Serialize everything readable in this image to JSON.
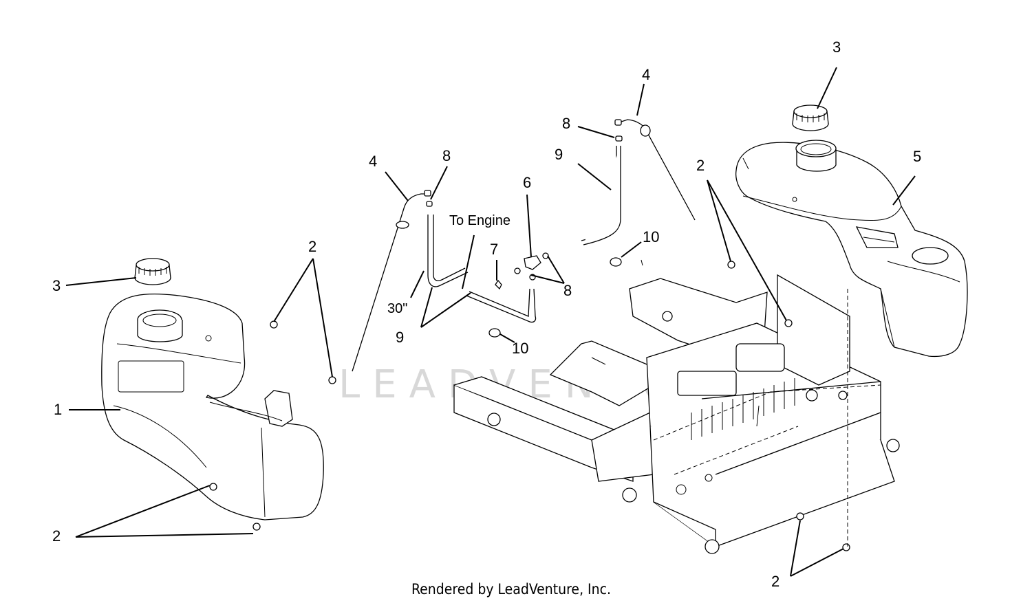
{
  "callouts": {
    "left_tank": "1",
    "left_mount_hw_top": "2",
    "left_mount_hw_bottom": "2",
    "left_cap": "3",
    "left_vent_line": "4",
    "left_hose_clamp": "8",
    "left_fuel_line": "9",
    "shutoff_valve": "6",
    "valve_screw": "7",
    "valve_clamps": "8",
    "left_grommet": "10",
    "right_vent_line": "4",
    "right_hose_clamp": "8",
    "right_fuel_line": "9",
    "right_grommet": "10",
    "right_cap": "3",
    "right_tank": "5",
    "right_mount_hw_top": "2",
    "right_mount_hw_bottom": "2"
  },
  "notes": {
    "to_engine": "To Engine",
    "hose_length": "30\""
  },
  "watermark": "LEADVENTURE",
  "footer": "Rendered by LeadVenture, Inc."
}
